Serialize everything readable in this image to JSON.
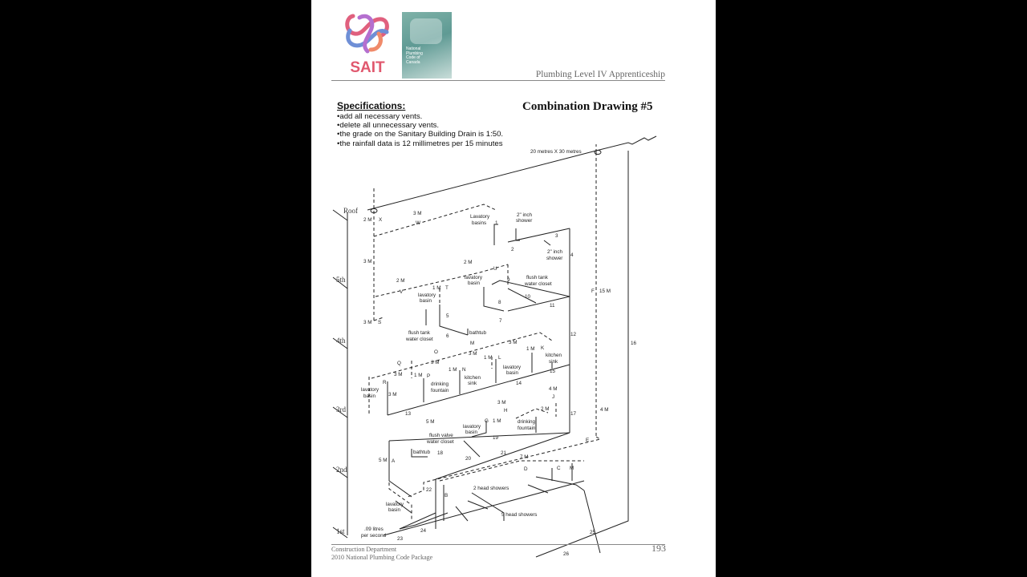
{
  "header": {
    "title": "Plumbing Level IV Apprenticeship",
    "logo_text": "SAIT"
  },
  "book": {
    "title_lines": [
      "National",
      "Plumbing",
      "Code of",
      "Canada"
    ]
  },
  "specifications": {
    "title": "Specifications:",
    "items": [
      "•add all necessary vents.",
      "•delete all unnecessary vents.",
      "•the grade on the Sanitary Building Drain is 1:50.",
      "•the rainfall data is 12 millimetres per 15 minutes"
    ]
  },
  "drawing_title": "Combination Drawing #5",
  "roof_size": "20 metres X 30 metres",
  "levels": [
    "Roof",
    "5th",
    "4th",
    "3rd",
    "2nd",
    "1st"
  ],
  "labels": {
    "x": "X",
    "w": "W",
    "v": "V",
    "u": "U",
    "t": "T",
    "s": "S",
    "r": "R",
    "q": "Q",
    "p": "P",
    "o": "O",
    "n": "N",
    "m": "M",
    "l": "L",
    "k": "K",
    "j": "J",
    "h": "H",
    "g": "G",
    "f": "F",
    "e": "E",
    "d": "D",
    "c": "C",
    "b": "B",
    "a": "A",
    "m2x": "2 M",
    "m3w": "3 M",
    "m3": "3 M",
    "m2u": "2 M",
    "m2v": "2 M",
    "m1t": "1 M",
    "m3s": "3 M",
    "m3o": "3 M",
    "m3m": "3 M",
    "m3k": "3 M",
    "m1l": "1 M",
    "m1k": "1 M",
    "m3q": "3 M",
    "m1p": "1 M",
    "m1n": "1 M",
    "m3r": "3 M",
    "m4j": "4 M",
    "m3h": "3 M",
    "m2i": "2 M",
    "m1g": "1 M",
    "m5": "5 M",
    "m5a": "5 M",
    "m7": "7 M",
    "m1c": "M",
    "m15f": "15 M",
    "m4": "4 M",
    "n1": "1",
    "n2": "2",
    "n3": "3",
    "n4": "4",
    "n5": "5",
    "n6": "6",
    "n7": "7",
    "n8": "8",
    "n9": "9",
    "n10": "10",
    "n11": "11",
    "n12": "12",
    "n13": "13",
    "n14": "14",
    "n15": "15",
    "n16": "16",
    "n17": "17",
    "n18": "18",
    "n19": "19",
    "n20": "20",
    "n21": "21",
    "n22": "22",
    "n23": "23",
    "n24": "24",
    "n25": "25",
    "n26": "26",
    "lav1a": "Lavatory",
    "lav1b": "basins",
    "sh1a": "2\" inch",
    "sh1b": "shower",
    "sh2a": "2\" inch",
    "sh2b": "shower",
    "lav2a": "lavatory",
    "lav2b": "basin",
    "ft1a": "flush tank",
    "ft1b": "water closet",
    "lav3a": "lavatory",
    "lav3b": "basin",
    "ft2a": "flush tank",
    "ft2b": "water closet",
    "bathtub1": "bathtub",
    "ks1a": "kitchen",
    "ks1b": "sink",
    "lav4a": "lavatory",
    "lav4b": "basin",
    "ks2a": "kitchen",
    "ks2b": "sink",
    "df1a": "drinking",
    "df1b": "fountain",
    "lav5a": "lavatory",
    "lav5b": "basin",
    "lav6a": "lavatory",
    "lav6b": "basin",
    "df2a": "drinking",
    "df2b": "fountain",
    "fv1a": "flush valve",
    "fv1b": "water closet",
    "bathtub2": "bathtub",
    "hs2": "2 head showers",
    "hs5": "5 head showers",
    "lav7a": "lavatory",
    "lav7b": "basin",
    "flow1": ".09 litres",
    "flow2": "per second"
  },
  "footer": {
    "line1": "Construction Department",
    "line2": "2010 National Plumbing Code Package",
    "page": "193"
  }
}
